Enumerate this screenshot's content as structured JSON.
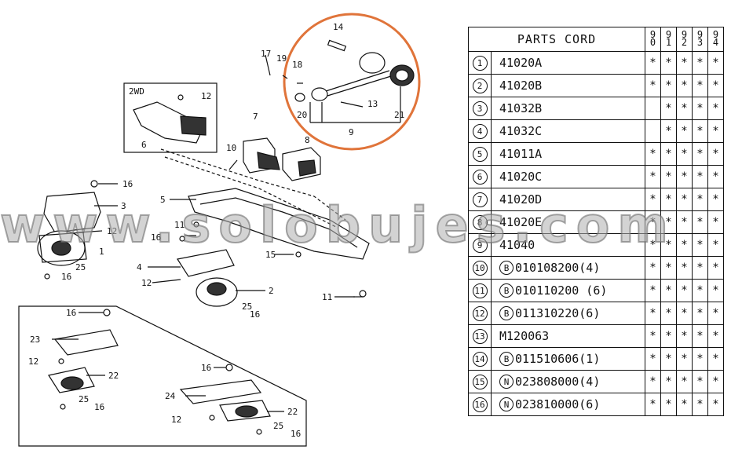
{
  "diagram": {
    "callouts": {
      "c14": "14",
      "c17": "17",
      "c19": "19",
      "c18": "18",
      "c13": "13",
      "c20": "20",
      "c21": "21",
      "c9": "9",
      "c7": "7",
      "c8": "8",
      "c10": "10",
      "c2wd": "2WD",
      "c12a": "12",
      "c6": "6",
      "c16a": "16",
      "c3": "3",
      "c5": "5",
      "c12b": "12",
      "c1": "1",
      "c11a": "11",
      "c16b": "16",
      "c4": "4",
      "c15": "15",
      "c12c": "12",
      "c2": "2",
      "c25a": "25",
      "c16c": "16",
      "c11b": "11",
      "c25b": "25",
      "c16d": "16",
      "c16e": "16",
      "c23": "23",
      "c12d": "12",
      "c22a": "22",
      "c25c": "25",
      "c16f": "16",
      "c16g": "16",
      "c24": "24",
      "c12e": "12",
      "c22b": "22",
      "c25d": "25",
      "c16h": "16"
    },
    "highlight_color": "#e0743a"
  },
  "table": {
    "title": "PARTS CORD",
    "years": [
      [
        "9",
        "0"
      ],
      [
        "9",
        "1"
      ],
      [
        "9",
        "2"
      ],
      [
        "9",
        "3"
      ],
      [
        "9",
        "4"
      ]
    ],
    "mark": "*",
    "rows": [
      {
        "no": "1",
        "prefix": "",
        "code": "41020A",
        "years": [
          true,
          true,
          true,
          true,
          true
        ]
      },
      {
        "no": "2",
        "prefix": "",
        "code": "41020B",
        "years": [
          true,
          true,
          true,
          true,
          true
        ]
      },
      {
        "no": "3",
        "prefix": "",
        "code": "41032B",
        "years": [
          false,
          true,
          true,
          true,
          true
        ]
      },
      {
        "no": "4",
        "prefix": "",
        "code": "41032C",
        "years": [
          false,
          true,
          true,
          true,
          true
        ]
      },
      {
        "no": "5",
        "prefix": "",
        "code": "41011A",
        "years": [
          true,
          true,
          true,
          true,
          true
        ]
      },
      {
        "no": "6",
        "prefix": "",
        "code": "41020C",
        "years": [
          true,
          true,
          true,
          true,
          true
        ]
      },
      {
        "no": "7",
        "prefix": "",
        "code": "41020D",
        "years": [
          true,
          true,
          true,
          true,
          true
        ]
      },
      {
        "no": "8",
        "prefix": "",
        "code": "41020E",
        "years": [
          true,
          true,
          true,
          true,
          true
        ]
      },
      {
        "no": "9",
        "prefix": "",
        "code": "41040",
        "years": [
          true,
          true,
          true,
          true,
          true
        ]
      },
      {
        "no": "10",
        "prefix": "B",
        "code": "010108200(4)",
        "years": [
          true,
          true,
          true,
          true,
          true
        ]
      },
      {
        "no": "11",
        "prefix": "B",
        "code": "010110200 (6)",
        "years": [
          true,
          true,
          true,
          true,
          true
        ]
      },
      {
        "no": "12",
        "prefix": "B",
        "code": "011310220(6)",
        "years": [
          true,
          true,
          true,
          true,
          true
        ]
      },
      {
        "no": "13",
        "prefix": "",
        "code": "M120063",
        "years": [
          true,
          true,
          true,
          true,
          true
        ]
      },
      {
        "no": "14",
        "prefix": "B",
        "code": "011510606(1)",
        "years": [
          true,
          true,
          true,
          true,
          true
        ]
      },
      {
        "no": "15",
        "prefix": "N",
        "code": "023808000(4)",
        "years": [
          true,
          true,
          true,
          true,
          true
        ]
      },
      {
        "no": "16",
        "prefix": "N",
        "code": "023810000(6)",
        "years": [
          true,
          true,
          true,
          true,
          true
        ]
      }
    ]
  },
  "watermark": "www.solobujes.com"
}
